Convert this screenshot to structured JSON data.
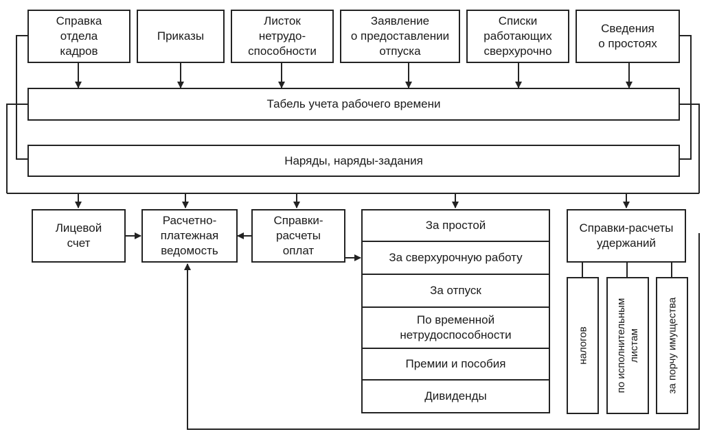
{
  "sources": {
    "hr": "Справка\nотдела\nкадров",
    "orders": "Приказы",
    "sick": "Листок\nнетрудо-\nспособности",
    "leave": "Заявление\nо предоставлении\nотпуска",
    "overtime": "Списки\nработающих\nсверхурочно",
    "downtime": "Сведения\nо простоях"
  },
  "timesheet": "Табель учета рабочего времени",
  "work_orders": "Наряды, наряды-задания",
  "outputs": {
    "personal_account": "Лицевой\nсчет",
    "payroll": "Расчетно-\nплатежная\nведомость",
    "payment_certs": "Справки-\nрасчеты\nоплат",
    "deduction_certs": "Справки-расчеты\nудержаний"
  },
  "payment_items": [
    "За простой",
    "За сверхурочную работу",
    "За отпуск",
    "По временной\nнетрудоспособности",
    "Премии и пособия",
    "Дивиденды"
  ],
  "deduction_items": [
    "налогов",
    "по исполнительным\nлистам",
    "за порчу имущества"
  ]
}
